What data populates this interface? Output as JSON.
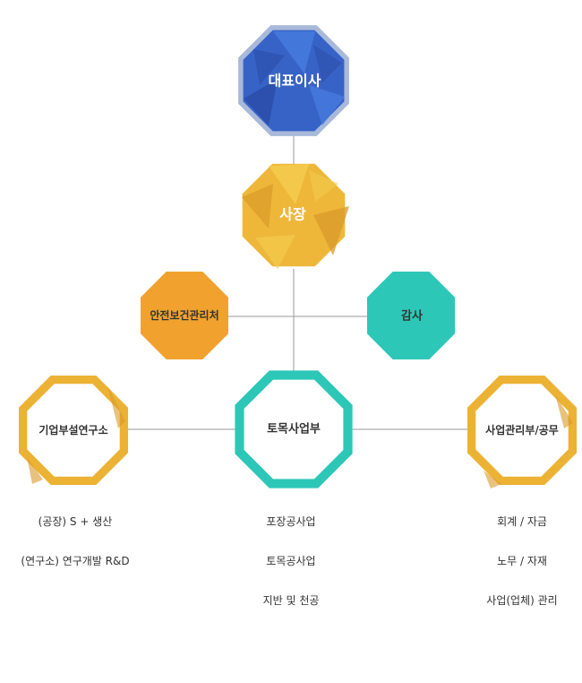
{
  "colors": {
    "line": "#9a9a9a",
    "blue": "#3763c7",
    "blue_dark": "#2a4aa6",
    "blue_light": "#4a7ee0",
    "blue_border": "#a9b9d9",
    "gold": "#eeb73a",
    "gold_dark": "#d89a2a",
    "gold_light": "#f4cb4d",
    "orange": "#f1a22e",
    "teal": "#2cc7b7",
    "ring_gold": "#ecb234",
    "ring_teal": "#2cc7b7",
    "white": "#ffffff",
    "text_dark": "#333333"
  },
  "nodes": {
    "ceo": {
      "label": "대표이사"
    },
    "president": {
      "label": "사장"
    },
    "safety": {
      "label": "안전보건관리처"
    },
    "audit": {
      "label": "감사"
    },
    "research": {
      "label": "기업부설연구소"
    },
    "civil": {
      "label": "토목사업부"
    },
    "business": {
      "label": "사업관리부/공무"
    }
  },
  "subitems": {
    "left": [
      "(공장)  S + 생산",
      "(연구소) 연구개발 R&D"
    ],
    "center": [
      "포장공사업",
      "토목공사업",
      "지반 및 천공"
    ],
    "right": [
      "회계 / 자금",
      "노무 / 자재",
      "사업(업체) 관리"
    ]
  }
}
